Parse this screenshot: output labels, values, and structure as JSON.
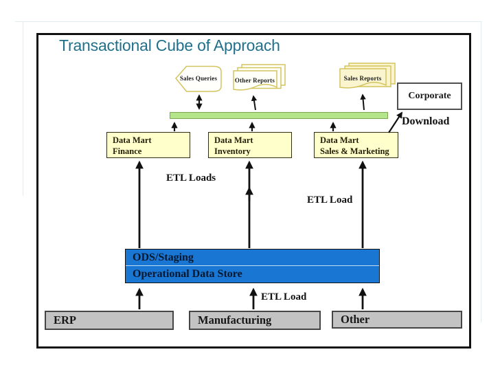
{
  "slide": {
    "title": "Transactional Cube of Approach",
    "top_shapes": {
      "sales_queries": {
        "label": "Sales Queries"
      },
      "other_reports": {
        "label": "Other Reports"
      },
      "sales_reports": {
        "label": "Sales Reports"
      }
    },
    "corporate_label": "Corporate",
    "download_label": "Download",
    "data_marts": [
      {
        "line1": "Data Mart",
        "line2": "Finance"
      },
      {
        "line1": "Data Mart",
        "line2": "Inventory"
      },
      {
        "line1": "Data Mart",
        "line2": "Sales & Marketing"
      }
    ],
    "etl_labels": {
      "upper": "ETL Loads",
      "right": "ETL Load",
      "bottom": "ETL Load"
    },
    "ods": {
      "line1": "ODS/Staging",
      "line2": "Operational Data Store"
    },
    "sources": [
      {
        "label": "ERP"
      },
      {
        "label": "Manufacturing"
      },
      {
        "label": "Other"
      }
    ],
    "colors": {
      "title_teal": "#20708C",
      "bar_green": "#B4E58A",
      "mart_yellow": "#FFFFCC",
      "ods_blue": "#1976D2",
      "source_gray": "#C3C3C3",
      "doc_border_yellow": "#D2C45F",
      "arrow_black": "#111111"
    }
  }
}
